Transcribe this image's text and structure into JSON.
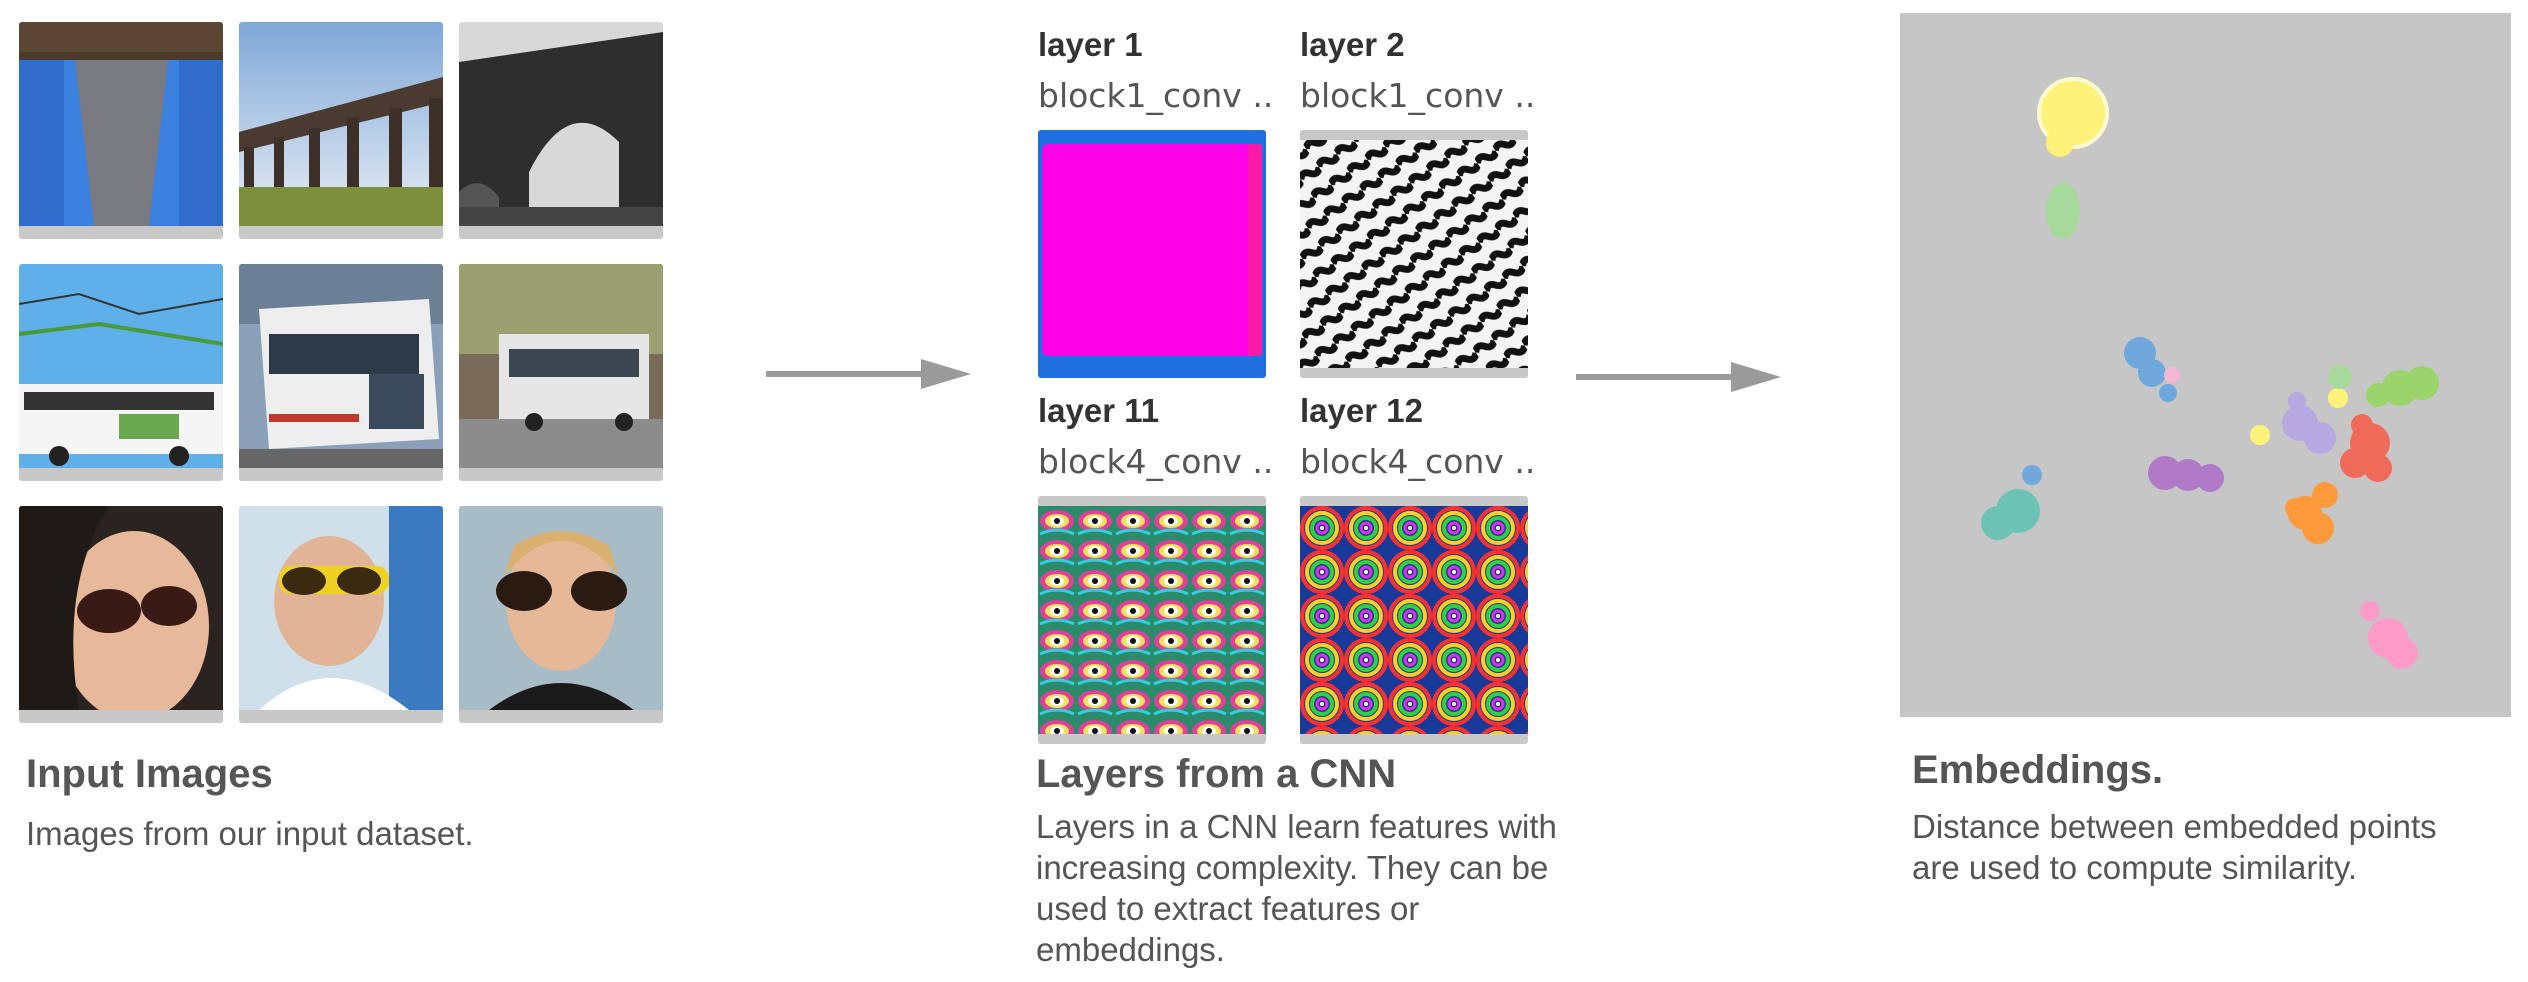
{
  "input_section": {
    "title": "Input Images",
    "description": "Images from our input dataset."
  },
  "layers_section": {
    "title": "Layers from a CNN",
    "description": "Layers in a CNN learn features with increasing complexity. They can be used to extract features or embeddings.",
    "layers": [
      {
        "title": "layer 1",
        "name": "block1_conv ..",
        "pattern": "magenta-flat"
      },
      {
        "title": "layer 2",
        "name": "block1_conv ..",
        "pattern": "zebra-stripes"
      },
      {
        "title": "layer 11",
        "name": "block4_conv ..",
        "pattern": "eye-scales"
      },
      {
        "title": "layer 12",
        "name": "block4_conv ..",
        "pattern": "rainbow-swirls"
      }
    ]
  },
  "embeddings_section": {
    "title": "Embeddings.",
    "description": "Distance between embedded points are used to compute similarity."
  },
  "colors": {
    "text": "#555555",
    "arrow": "#9a9a9a",
    "panel": "#c6c6c6",
    "clusters": [
      "#fff27a",
      "#a6d99a",
      "#6fa8dc",
      "#f7b6d2",
      "#b6a8e0",
      "#9bd46a",
      "#f06a5a",
      "#b07ac8",
      "#ff9a3c",
      "#6cc3b4",
      "#ff9bc9"
    ]
  }
}
